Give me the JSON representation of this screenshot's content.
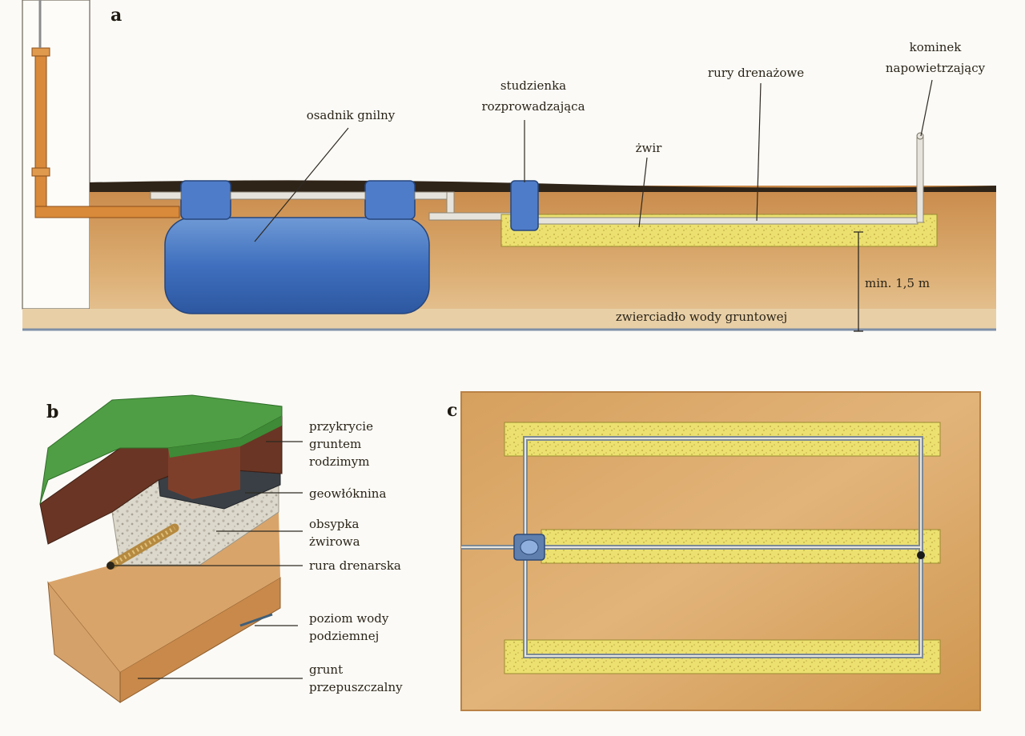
{
  "panels": {
    "a": "a",
    "b": "b",
    "c": "c"
  },
  "section_a": {
    "septic_tank": "osadnik gnilny",
    "distribution_box": [
      "studzienka",
      "rozprowadzająca"
    ],
    "gravel": "żwir",
    "drain_pipes": "rury drenażowe",
    "vent_stack": [
      "kominek",
      "napowietrzający"
    ],
    "min_depth": "min. 1,5 m",
    "groundwater_table": "zwierciadło wody gruntowej"
  },
  "section_b": {
    "native_soil_cover": [
      "przykrycie",
      "gruntem",
      "rodzimym"
    ],
    "geotextile": "geowłóknina",
    "gravel_fill": [
      "obsypka",
      "żwirowa"
    ],
    "drain_pipe": "rura drenarska",
    "groundwater_level": [
      "poziom wody",
      "podziemnej"
    ],
    "permeable_soil": [
      "grunt",
      "przepuszczalny"
    ]
  },
  "colors": {
    "soil": "#d9a25f",
    "soil_dark": "#b97c3e",
    "topsoil": "#3b2a1c",
    "tank_blue": "#4a78c2",
    "gravel_yellow": "#ece06a",
    "pipe_orange": "#d98a3a",
    "grass": "#4f9e45"
  }
}
